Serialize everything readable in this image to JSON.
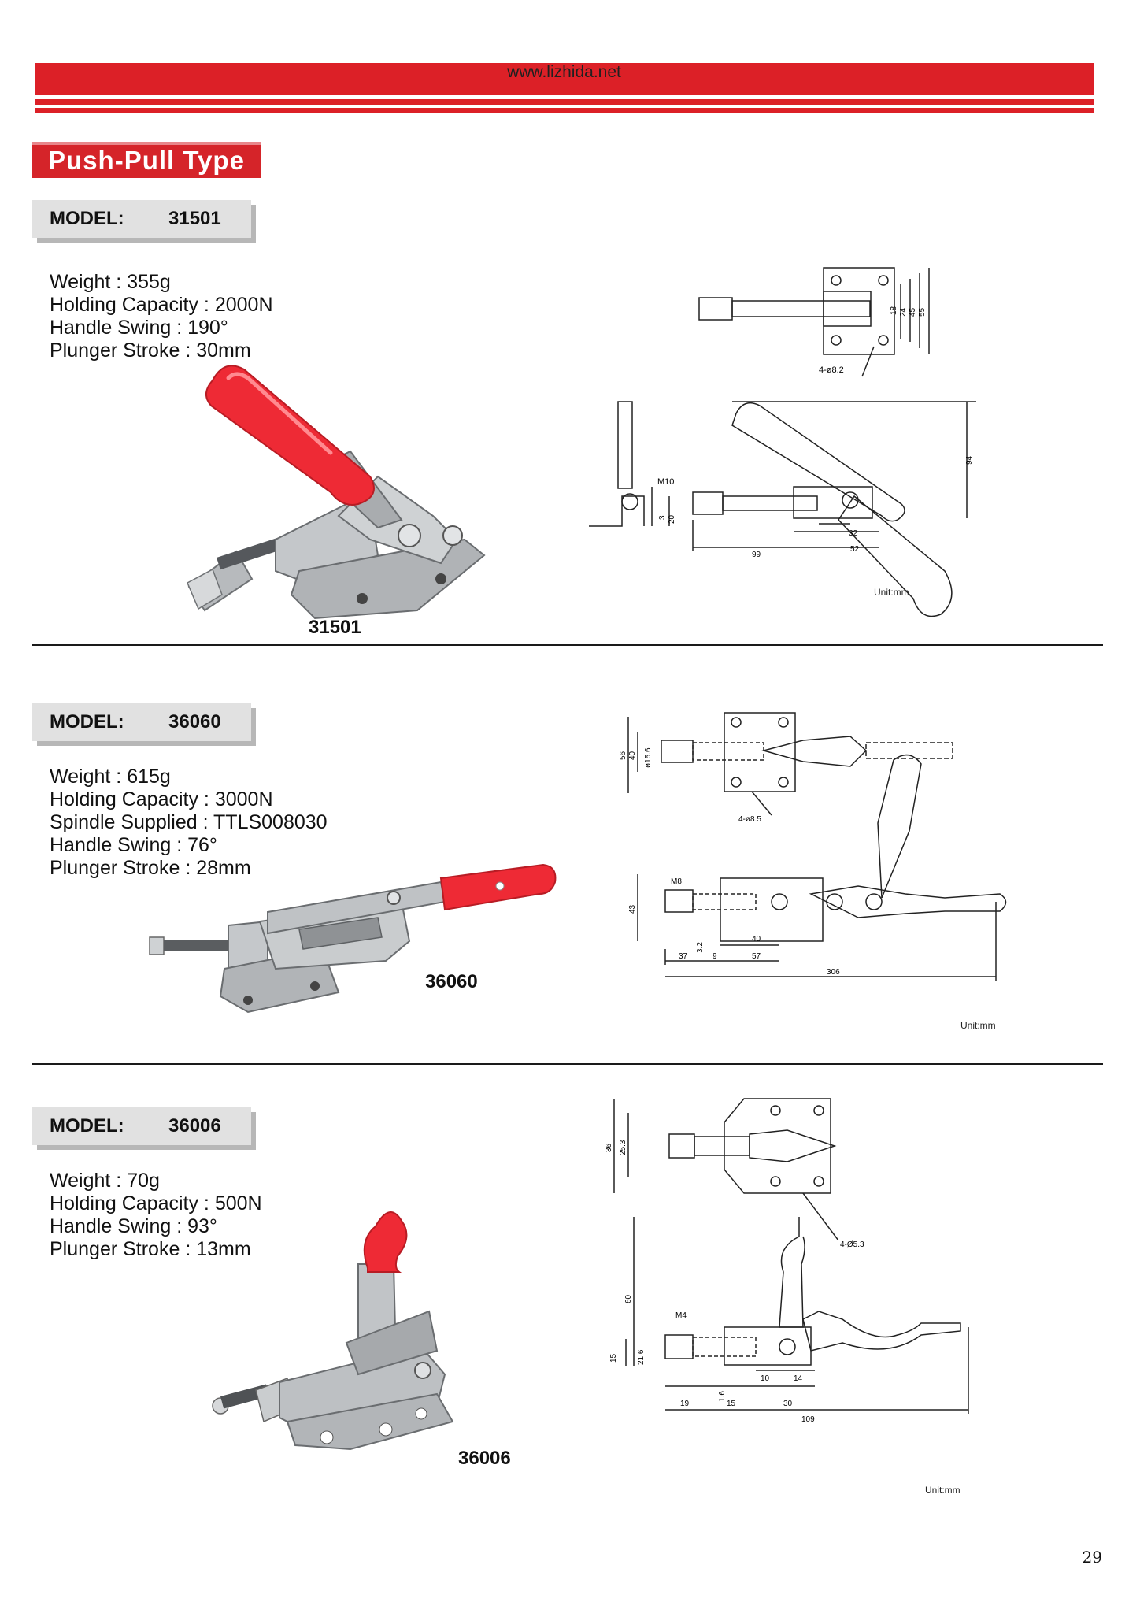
{
  "header": {
    "url": "www.lizhida.net"
  },
  "section_title": "Push-Pull Type",
  "products": [
    {
      "model_label": "MODEL:",
      "model": "31501",
      "specs": [
        "Weight : 355g",
        "Holding Capacity : 2000N",
        "Handle Swing : 190°",
        "Plunger Stroke : 30mm"
      ],
      "caption": "31501",
      "unit": "Unit:mm",
      "drawing_labels": [
        "4-ø8.2",
        "M10",
        "94",
        "99",
        "52",
        "32",
        "18",
        "24",
        "45",
        "55",
        "20",
        "3"
      ]
    },
    {
      "model_label": "MODEL:",
      "model": "36060",
      "specs": [
        "Weight : 615g",
        "Holding Capacity : 3000N",
        "Spindle Supplied : TTLS008030",
        "Handle Swing : 76°",
        "Plunger Stroke : 28mm"
      ],
      "caption": "36060",
      "unit": "Unit:mm",
      "drawing_labels": [
        "4-ø8.5",
        "M8",
        "56",
        "40",
        "ø15.6",
        "43",
        "3.2",
        "40",
        "37",
        "9",
        "57",
        "306"
      ]
    },
    {
      "model_label": "MODEL:",
      "model": "36006",
      "specs": [
        "Weight : 70g",
        "Holding Capacity : 500N",
        "Handle Swing : 93°",
        "Plunger Stroke : 13mm"
      ],
      "caption": "36006",
      "unit": "Unit:mm",
      "drawing_labels": [
        "4-Ø5.3",
        "M4",
        "36",
        "25.3",
        "60",
        "15",
        "21.6",
        "1.6",
        "10",
        "14",
        "19",
        "15",
        "30",
        "109"
      ]
    }
  ],
  "page_number": "29",
  "colors": {
    "brand_red": "#dc2027",
    "handle_red": "#ee2a35",
    "metal": "#b9bcbf"
  }
}
